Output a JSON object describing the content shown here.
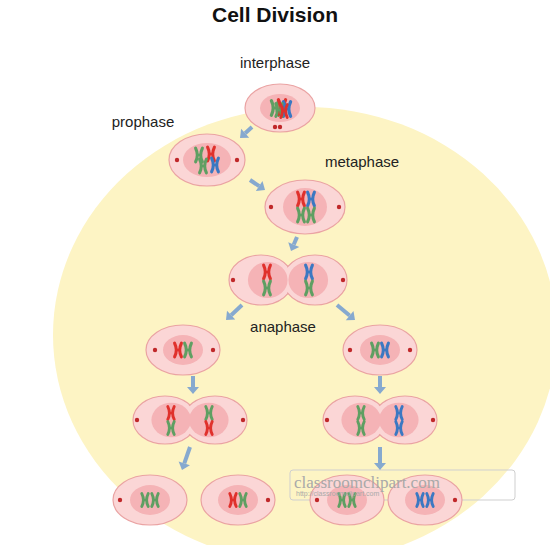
{
  "diagram": {
    "title": "Cell Division",
    "labels": [
      "interphase",
      "prophase",
      "metaphase",
      "anaphase",
      "classroomclipart.com",
      "http://classroomclipart.com"
    ]
  }
}
